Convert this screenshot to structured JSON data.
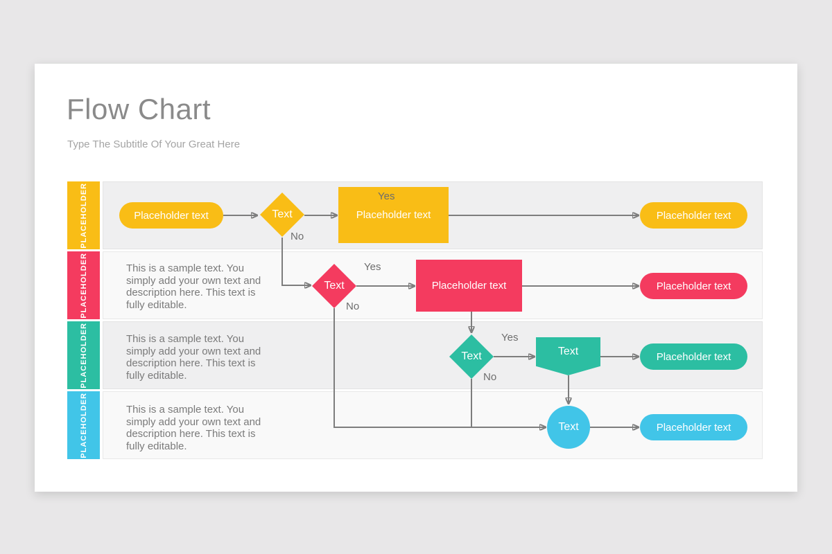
{
  "slide": {
    "title": "Flow Chart",
    "subtitle": "Type The Subtitle Of Your Great Here"
  },
  "labels": {
    "yes": "Yes",
    "no": "No"
  },
  "rows": [
    {
      "label": "PLACEHOLDER",
      "color": "#F9BD16",
      "start": "Placeholder text",
      "decision": "Text",
      "process": "Placeholder text",
      "end": "Placeholder text"
    },
    {
      "label": "PLACEHOLDER",
      "color": "#F43B5F",
      "description": "This is a sample text. You simply add your own text and description here. This text is fully editable.",
      "decision": "Text",
      "process": "Placeholder text",
      "end": "Placeholder text"
    },
    {
      "label": "PLACEHOLDER",
      "color": "#2CBEA2",
      "description": "This is a sample text. You simply add your own text and description here. This text is fully editable.",
      "decision": "Text",
      "process": "Text",
      "end": "Placeholder text"
    },
    {
      "label": "PLACEHOLDER",
      "color": "#41C5E8",
      "description": "This is a sample text. You simply add your own text and description here. This text is fully editable.",
      "terminal": "Text",
      "end": "Placeholder text"
    }
  ],
  "colors": {
    "connector": "#7d7d7d",
    "row_dark": "#efeff0",
    "row_light": "#f9f9f9",
    "canvas_background": "#e8e7e8"
  }
}
